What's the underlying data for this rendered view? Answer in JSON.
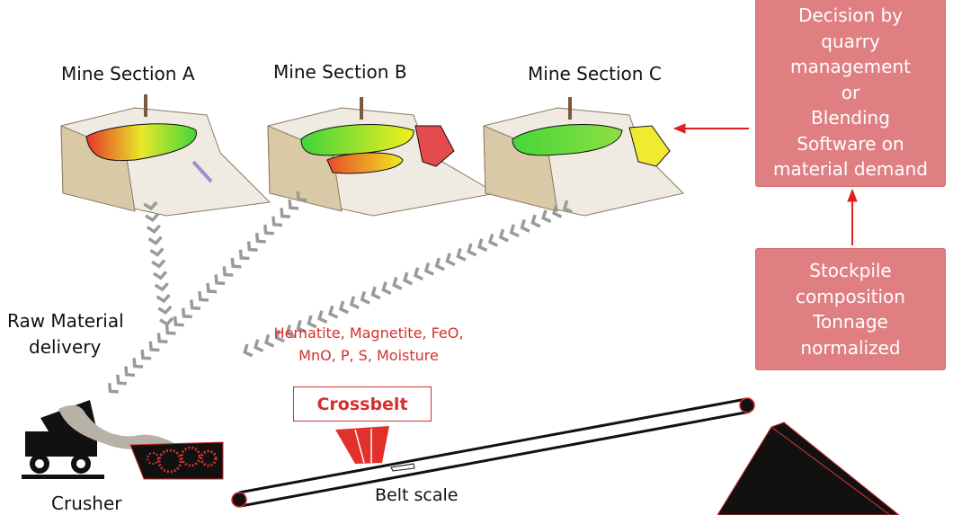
{
  "sections": [
    "Mine Section A",
    "Mine Section B",
    "Mine Section C"
  ],
  "raw_material_label": [
    "Raw Material",
    "delivery"
  ],
  "crusher_label": "Crusher",
  "analysis_elements": [
    "Hematite, Magnetite, FeO,",
    "MnO, P, S, Moisture"
  ],
  "crossbelt_label": "Crossbelt",
  "belt_scale_label": "Belt scale",
  "decision_box": [
    "Decision by",
    "quarry",
    "management",
    "or",
    "Blending",
    "Software on",
    "material demand"
  ],
  "stockpile_box": [
    "Stockpile",
    "composition",
    "Tonnage",
    "normalized"
  ],
  "colors": {
    "accent": "#d2312f",
    "box": "#e07f81",
    "chevron": "#9a9a9a"
  }
}
